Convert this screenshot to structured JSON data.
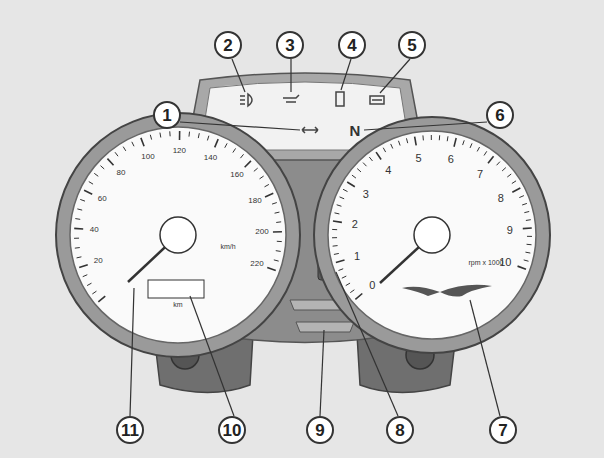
{
  "diagram": {
    "labels": [
      "1",
      "2",
      "3",
      "4",
      "5",
      "6",
      "7",
      "8",
      "9",
      "10",
      "11",
      "N",
      "20",
      "40",
      "60",
      "80",
      "100",
      "120",
      "140",
      "160",
      "180",
      "200",
      "220",
      "km/h",
      "km",
      "0",
      "1",
      "2",
      "3",
      "4",
      "5",
      "6",
      "7",
      "8",
      "9",
      "10",
      "rpm x 1000"
    ]
  }
}
